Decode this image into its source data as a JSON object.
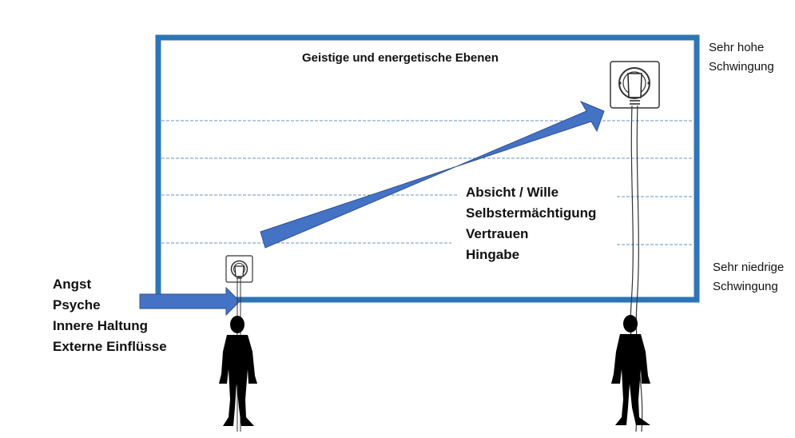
{
  "title": "Geistige und energetische Ebenen",
  "center_labels": [
    "Absicht / Wille",
    "Selbstermächtigung",
    "Vertrauen",
    "Hingabe"
  ],
  "left_labels": [
    "Angst",
    "Psyche",
    "Innere Haltung",
    "Externe Einflüsse"
  ],
  "top_right": [
    "Sehr hohe",
    "Schwingung"
  ],
  "bottom_right": [
    "Sehr niedrige",
    "Schwingung"
  ],
  "icons": [
    "outlet-icon",
    "plug-icon",
    "person-silhouette-icon",
    "arrow-icon"
  ],
  "colors": {
    "frame": "#2e75b6",
    "arrow": "#4472c4",
    "arrow_outline": "#2f528f",
    "dashed_line": "#2e75b6",
    "silhouette": "#000000"
  }
}
